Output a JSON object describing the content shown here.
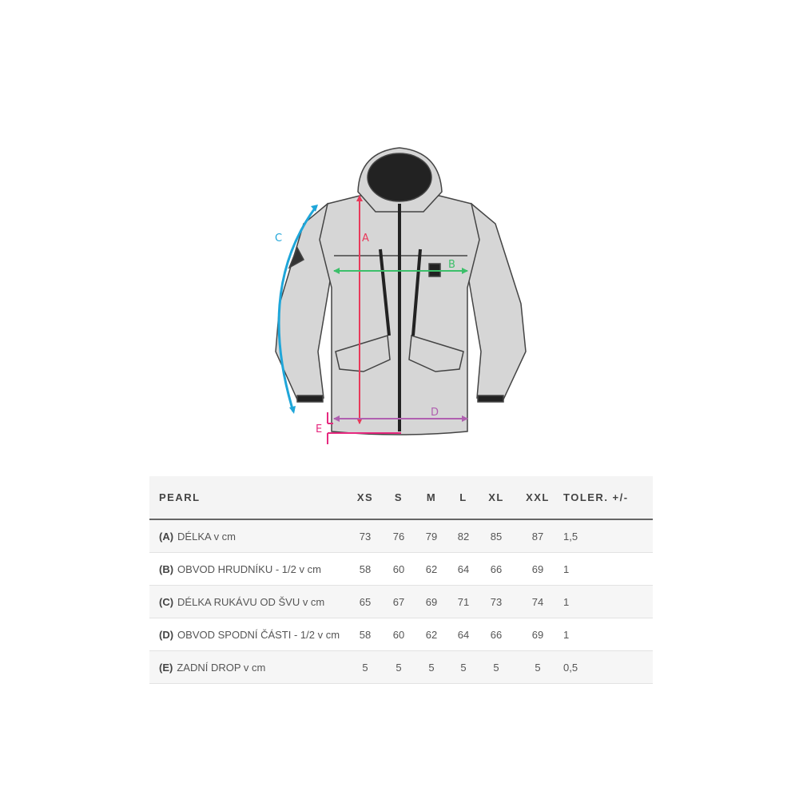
{
  "diagram": {
    "labels": {
      "a": "A",
      "b": "B",
      "c": "C",
      "d": "D",
      "e": "E"
    },
    "colors": {
      "a": "#e8395a",
      "b": "#3cbf6a",
      "c": "#1fa6d9",
      "d": "#b060b0",
      "e": "#e6297f",
      "jacket": "#d6d6d6"
    }
  },
  "table": {
    "headers": [
      "PEARL",
      "XS",
      "S",
      "M",
      "L",
      "XL",
      "XXL",
      "TOLER. +/-"
    ],
    "rows": [
      {
        "code": "(A)",
        "label": "DÉLKA v cm",
        "values": [
          "73",
          "76",
          "79",
          "82",
          "85",
          "87"
        ],
        "tol": "1,5"
      },
      {
        "code": "(B)",
        "label": "OBVOD HRUDNÍKU - 1/2 v cm",
        "values": [
          "58",
          "60",
          "62",
          "64",
          "66",
          "69"
        ],
        "tol": "1"
      },
      {
        "code": "(C)",
        "label": "DÉLKA RUKÁVU OD ŠVU v cm",
        "values": [
          "65",
          "67",
          "69",
          "71",
          "73",
          "74"
        ],
        "tol": "1"
      },
      {
        "code": "(D)",
        "label": "OBVOD SPODNÍ ČÁSTI - 1/2 v cm",
        "values": [
          "58",
          "60",
          "62",
          "64",
          "66",
          "69"
        ],
        "tol": "1"
      },
      {
        "code": "(E)",
        "label": "ZADNÍ DROP v cm",
        "values": [
          "5",
          "5",
          "5",
          "5",
          "5",
          "5"
        ],
        "tol": "0,5"
      }
    ]
  }
}
